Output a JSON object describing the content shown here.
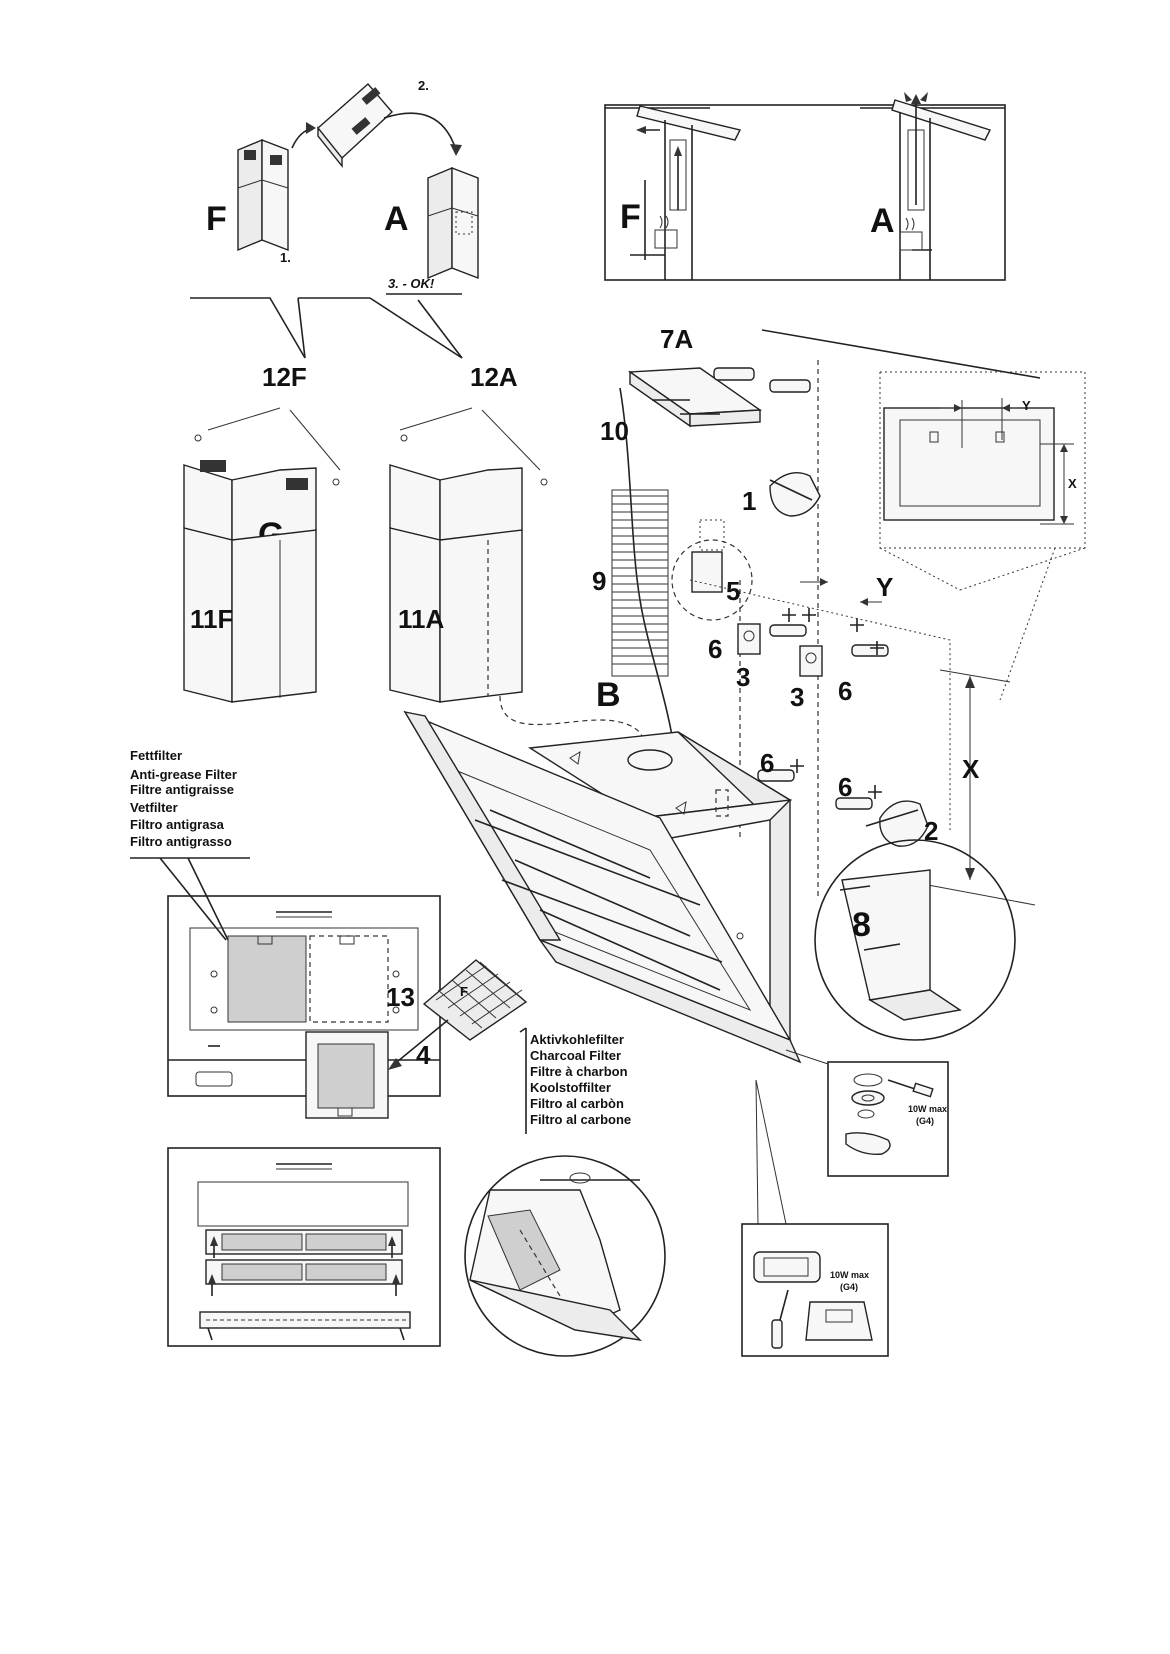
{
  "labels": {
    "step1": "1.",
    "step2": "2.",
    "step3": "3. - OK!",
    "f_top": "F",
    "a_top": "A",
    "f_section": "F",
    "a_section": "A",
    "part_12f": "12F",
    "part_12a": "12A",
    "part_g": "G",
    "part_11f": "11F",
    "part_11a": "11A",
    "part_7a": "7A",
    "part_10": "10",
    "part_9": "9",
    "part_5": "5",
    "part_b": "B",
    "num_1": "1",
    "num_2": "2",
    "num_3a": "3",
    "num_3b": "3",
    "num_6a": "6",
    "num_6b": "6",
    "num_6c": "6",
    "num_6d": "6",
    "dim_y_big": "Y",
    "dim_x_big": "X",
    "dim_y_small": "Y",
    "dim_x_small": "X",
    "part_8": "8",
    "part_13": "13",
    "part_4": "4",
    "filter_f": "F",
    "lamp_spec_1": "10W max",
    "lamp_spec_1b": "(G4)",
    "lamp_spec_2": "10W max",
    "lamp_spec_2b": "(G4)"
  },
  "grease_filter_names": [
    "Fettfilter",
    "Anti-grease  Filter",
    "Filtre  antigraisse",
    "Vetfilter",
    "Filtro  antigrasa",
    "Filtro  antigrasso"
  ],
  "charcoal_filter_names": [
    "Aktivkohlefilter",
    "Charcoal  Filter",
    "Filtre  à  charbon",
    "Koolstoffilter",
    "Filtro  al  carbòn",
    "Filtro  al  carbone"
  ]
}
